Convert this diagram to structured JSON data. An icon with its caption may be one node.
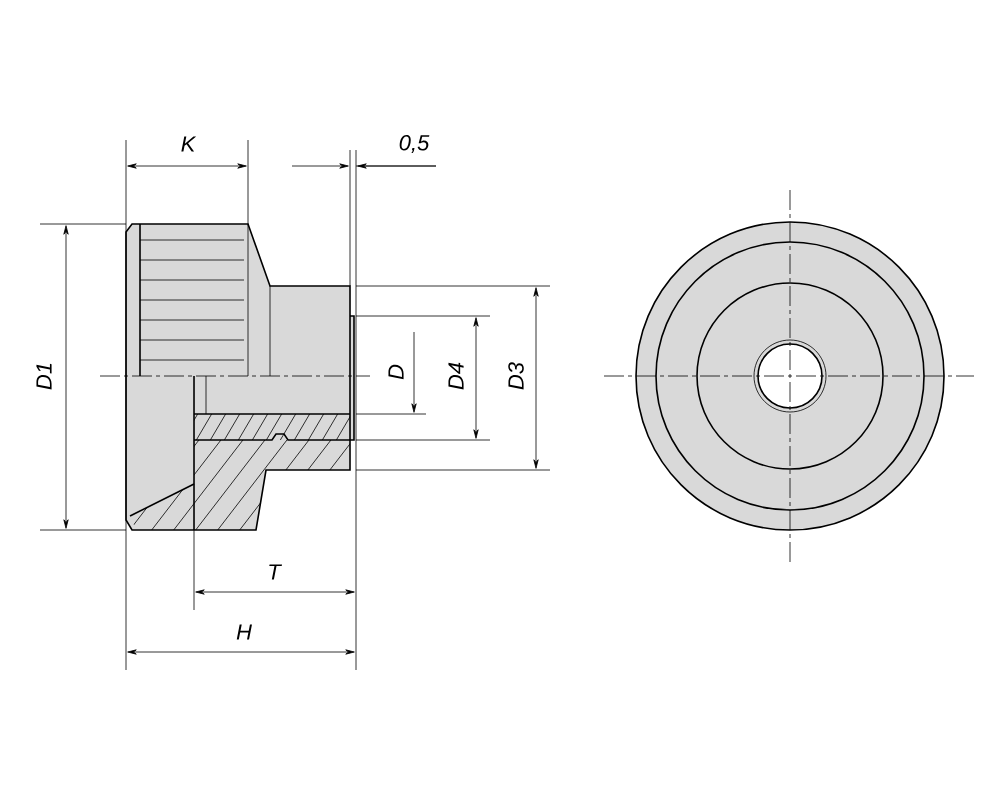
{
  "diagram": {
    "labels": [
      "K",
      "0,5",
      "D1",
      "D",
      "D4",
      "D3",
      "T",
      "H"
    ]
  }
}
